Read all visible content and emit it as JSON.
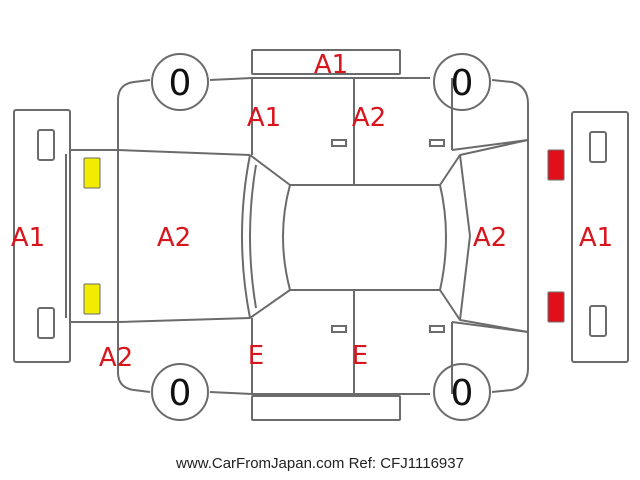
{
  "colors": {
    "mark": "#d8141c",
    "line": "#6b6b6b",
    "front_light": "#f2ec00",
    "rear_light": "#e0101a"
  },
  "tires": {
    "front_left": "0",
    "front_right": "0",
    "rear_left": "0",
    "rear_right": "0"
  },
  "marks": {
    "roof_top": "A1",
    "front_door_upper": "A1",
    "rear_door_upper": "A2",
    "front_bumper": "A1",
    "hood": "A2",
    "rear_hatch": "A2",
    "rear_bumper": "A1",
    "front_corner_lower": "A2",
    "front_door_lower": "E",
    "rear_door_lower": "E"
  },
  "footer": "www.CarFromJapan.com Ref: CFJ1116937"
}
